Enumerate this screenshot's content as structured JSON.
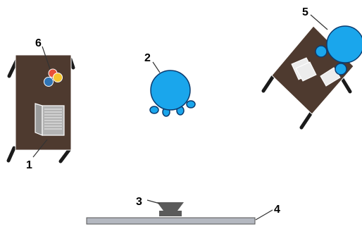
{
  "colors": {
    "desk": "#4e3a2f",
    "desk_leg": "#1a1a1a",
    "person": "#1aa6ec",
    "person_outline": "#0b3c70",
    "laptop": "#9a9a9a",
    "screen": "#b3b3b3",
    "cup_red": "#e8523a",
    "cup_yellow": "#f5c52e",
    "cup_blue": "#2f74b5",
    "paper": "#ececec",
    "board": "#b4b8c0",
    "speaker": "#5b5b5b",
    "leader": "#333333"
  },
  "icons": {
    "desk_left": "desk-icon",
    "laptop": "laptop-icon",
    "cups": "cups-icon",
    "person_center": "person-top-view-icon",
    "desk_right": "desk-icon",
    "person_right": "person-top-view-icon",
    "papers": "paper-sheets-icon",
    "speaker": "speaker-icon",
    "board": "shelf-board-icon"
  },
  "labels": {
    "item1": "1",
    "item2": "2",
    "item3": "3",
    "item4": "4",
    "item5": "5",
    "item6": "6"
  }
}
